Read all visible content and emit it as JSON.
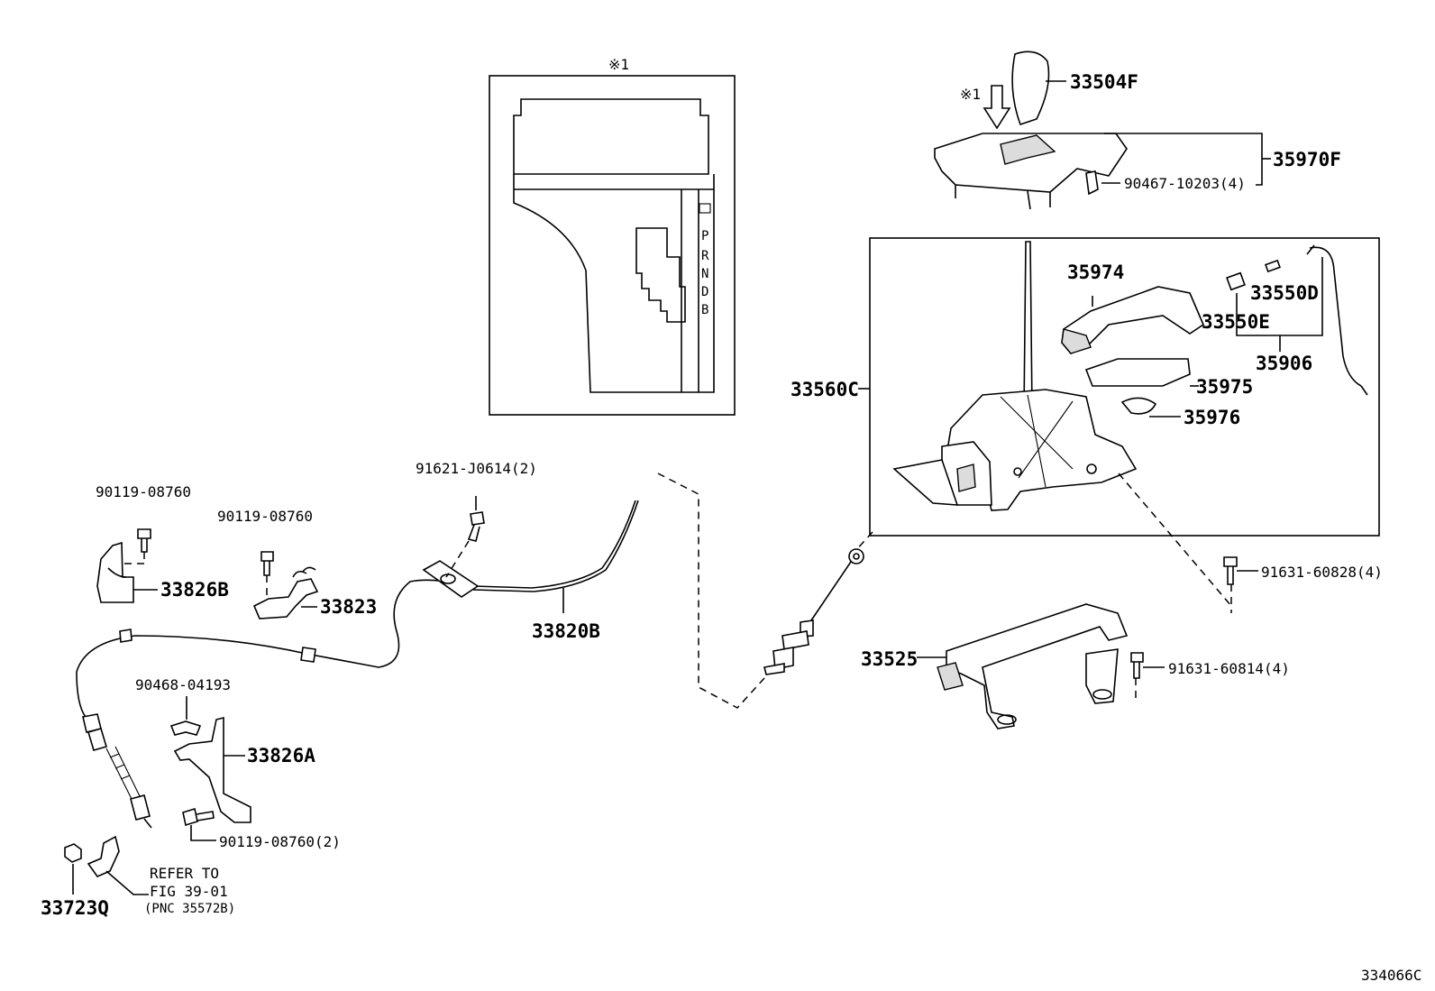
{
  "diagram_id": "334066C",
  "inset_marker": "※1",
  "inset_gate": [
    "P",
    "R",
    "N",
    "D",
    "B"
  ],
  "labels": {
    "shift_knob": "33504F",
    "marker_arrow": "※1",
    "bezel_assy": "35970F",
    "clip_bezel": "90467-10203(4)",
    "indicator_housing": "35974",
    "bulb_holder_d": "33550D",
    "bulb_holder_e": "33550E",
    "wire_assy": "35906",
    "slide_plate": "35975",
    "retainer": "35976",
    "shift_lever_assy": "33560C",
    "bolt_lever": "91631-60828(4)",
    "bracket_33525": "33525",
    "bolt_bracket": "91631-60814(4)",
    "cable_assy": "33820B",
    "bolt_cable": "91621-J0614(2)",
    "bolt_1": "90119-08760",
    "clamp_b": "33826B",
    "bolt_2": "90119-08760",
    "bracket_33823": "33823",
    "clip_cable": "90468-04193",
    "clamp_a": "33826A",
    "bolt_3": "90119-08760(2)",
    "nut": "33723Q",
    "refer_line1": "REFER TO",
    "refer_line2": "FIG 39-01",
    "refer_line3": "(PNC 35572B)"
  }
}
